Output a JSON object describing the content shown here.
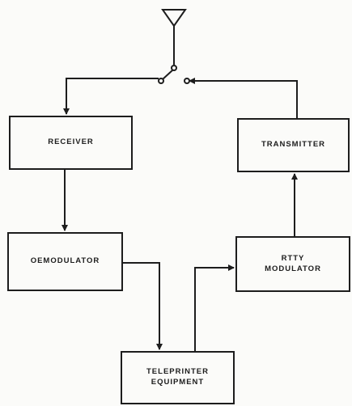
{
  "blocks": {
    "receiver": "RECEIVER",
    "transmitter": "TRANSMITTER",
    "demodulator": "OEMODULATOR",
    "rtty_modulator": "RTTY\nMODULATOR",
    "teleprinter": "TELEPRINTER\nEQUIPMENT"
  }
}
